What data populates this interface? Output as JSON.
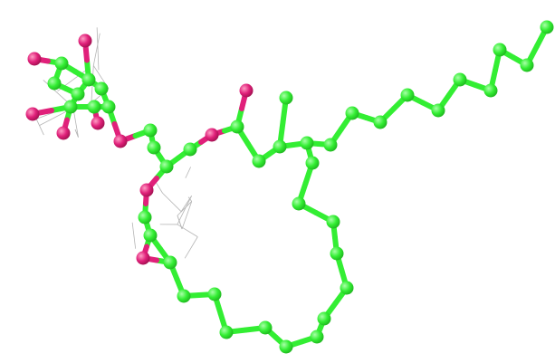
{
  "colors": {
    "background": "#ffffff",
    "carbon": "#33ee33",
    "carbon_light": "#7cf57c",
    "carbon_dark": "#1fb51f",
    "oxygen": "#e0207a",
    "oxygen_light": "#ff6aa8",
    "oxygen_dark": "#a0104f",
    "density_mesh": "#b5b5b5"
  },
  "depiction": {
    "style": "ball-and-stick",
    "atom_types": [
      "carbon",
      "oxygen"
    ],
    "density_mesh": true
  }
}
